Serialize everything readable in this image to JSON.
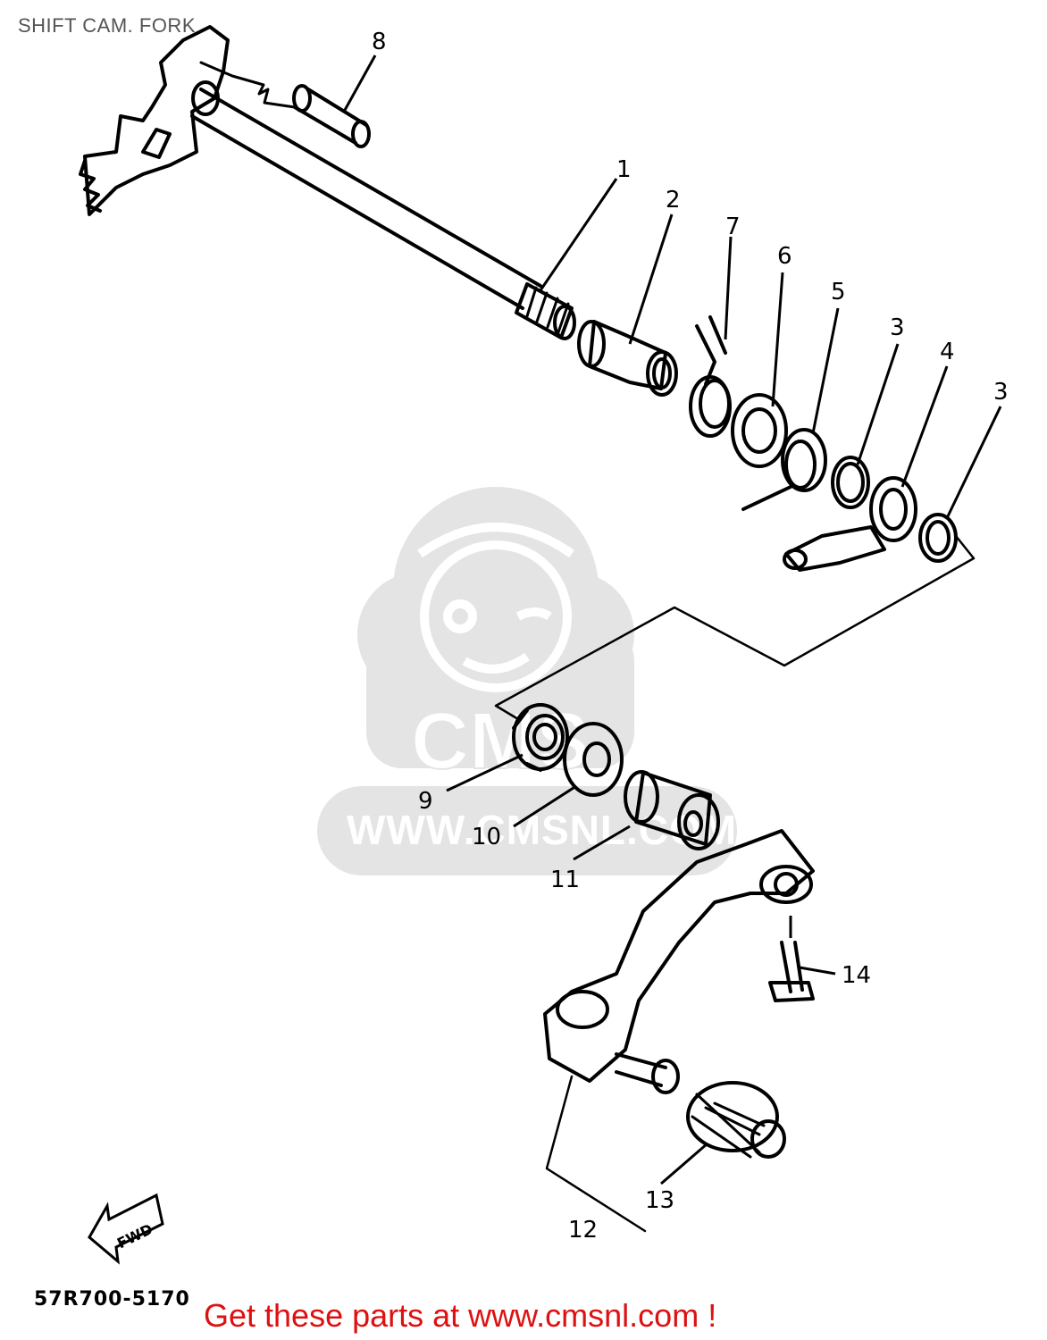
{
  "title": "SHIFT CAM. FORK",
  "diagram_code": "57R700-5170",
  "promo_text": "Get these parts at www.cmsnl.com !",
  "watermark": {
    "logo_text": "CMS",
    "url_text": "WWW.CMSNL.COM"
  },
  "fwd_label": "FWD",
  "callouts": [
    "1",
    "2",
    "7",
    "6",
    "5",
    "3",
    "4",
    "3",
    "8",
    "9",
    "10",
    "11",
    "14",
    "13",
    "12"
  ],
  "colors": {
    "line": "#000000",
    "promo": "#dd1111",
    "watermark": "#e4e4e4"
  }
}
